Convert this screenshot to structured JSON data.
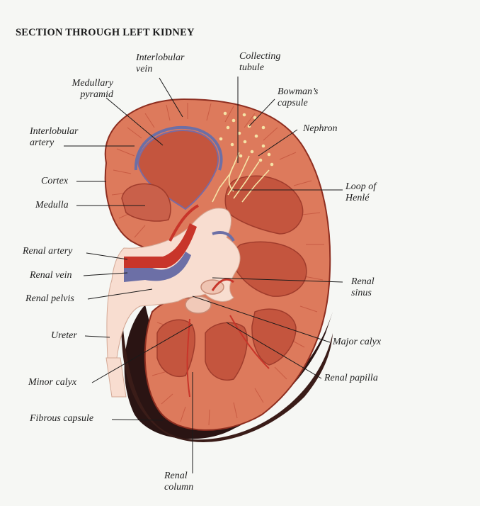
{
  "title": "SECTION THROUGH LEFT KIDNEY",
  "labels": {
    "interlobular_vein": [
      "Interlobular",
      "vein"
    ],
    "collecting_tubule": [
      "Collecting",
      "tubule"
    ],
    "medullary_pyramid": [
      "Medullary",
      "pyramid"
    ],
    "bowmans_capsule": [
      "Bowman’s",
      "capsule"
    ],
    "interlobular_artery": [
      "Interlobular",
      "artery"
    ],
    "nephron": "Nephron",
    "cortex": "Cortex",
    "medulla": "Medulla",
    "loop_of_henle": [
      "Loop of",
      "Henlé"
    ],
    "renal_artery": "Renal artery",
    "renal_vein": "Renal vein",
    "renal_pelvis": "Renal pelvis",
    "renal_sinus": [
      "Renal",
      "sinus"
    ],
    "ureter": "Ureter",
    "major_calyx": "Major calyx",
    "renal_papilla": "Renal papilla",
    "minor_calyx": "Minor calyx",
    "fibrous_capsule": "Fibrous capsule",
    "renal_column": [
      "Renal",
      "column"
    ]
  },
  "colors": {
    "cortex": "#dd7a5c",
    "medulla": "#c4553e",
    "pelvis": "#f8ddd0",
    "artery": "#c8352a",
    "vein": "#6c6fa6",
    "shadow": "#2a1413",
    "leader": "#1a1a1a"
  }
}
